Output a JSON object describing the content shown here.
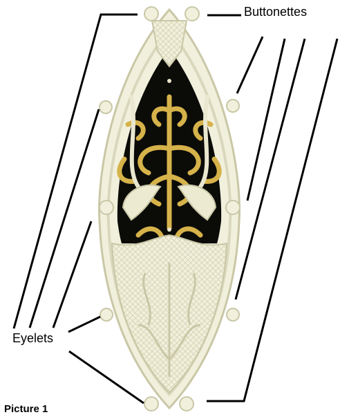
{
  "labels": {
    "buttonettes": "Buttonettes",
    "eyelets": "Eyelets",
    "caption": "Picture 1"
  },
  "colors": {
    "background": "#ffffff",
    "lace_fill": "#f1f0dc",
    "lace_stroke": "#c9c7a6",
    "inner_fill": "#0b0b08",
    "gold": "#d6b24a",
    "leader_line": "#000000"
  }
}
